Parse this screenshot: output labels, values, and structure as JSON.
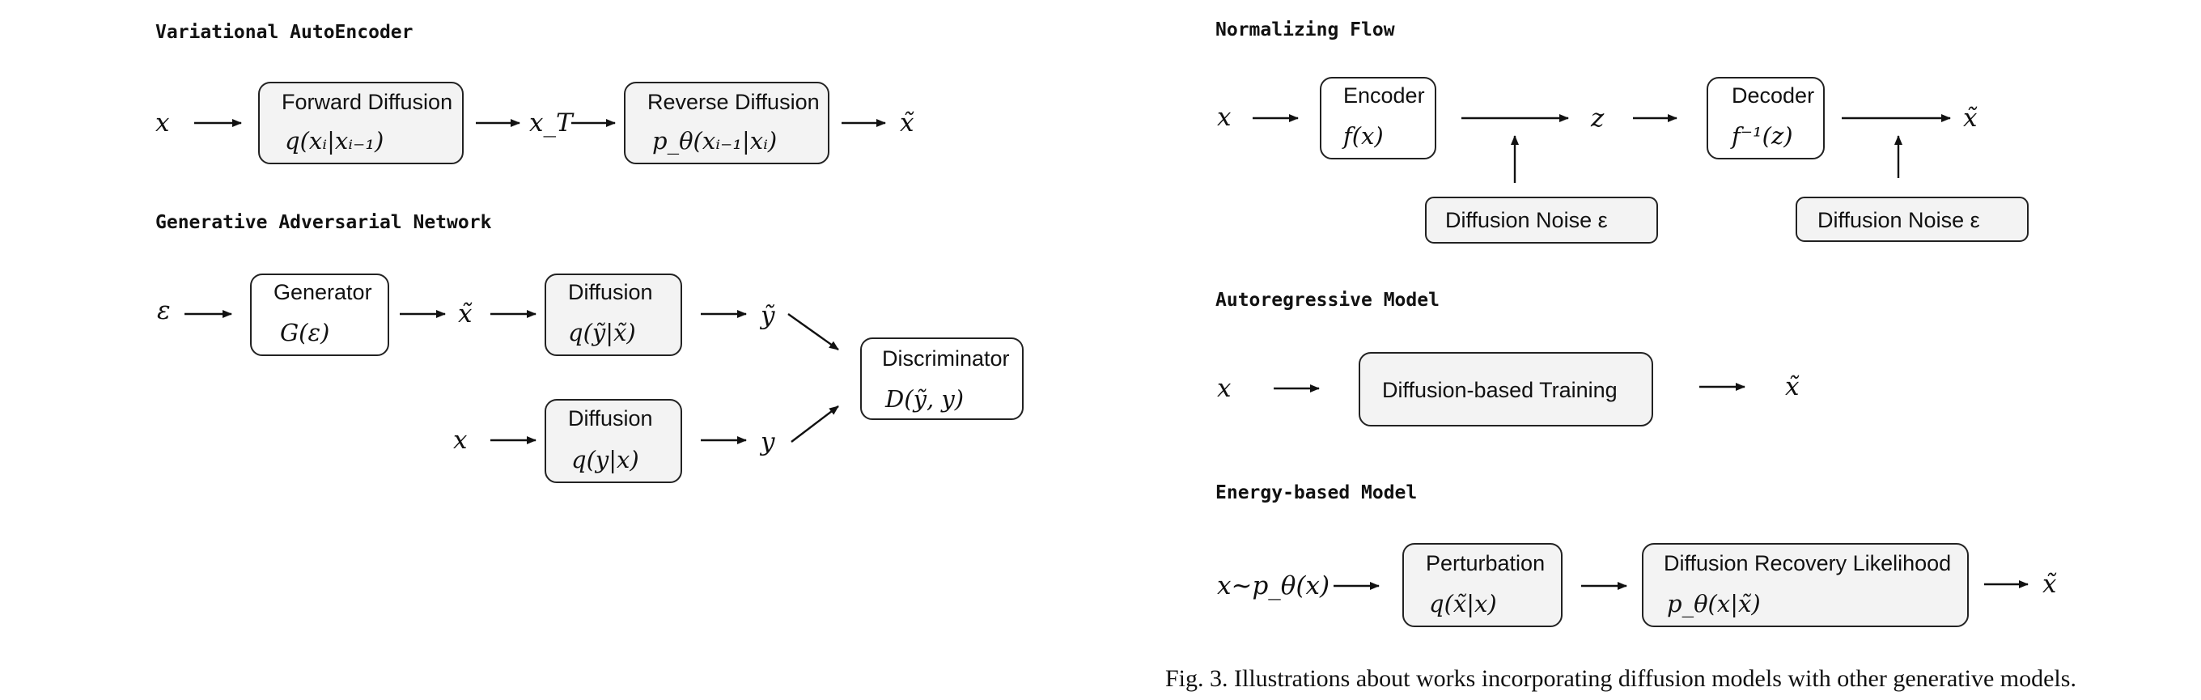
{
  "vae": {
    "title": "Variational AutoEncoder",
    "input": "x",
    "forward_label": "Forward Diffusion",
    "forward_math": "q(xᵢ|xᵢ₋₁)",
    "mid": "x_T",
    "reverse_label": "Reverse Diffusion",
    "reverse_math": "p_θ(xᵢ₋₁|xᵢ)",
    "output": "x̃"
  },
  "gan": {
    "title": "Generative Adversarial Network",
    "noise": "ε",
    "generator_label": "Generator",
    "generator_math": "G(ε)",
    "fake": "x̃",
    "diffusion_top_label": "Diffusion",
    "diffusion_top_math": "q(ỹ|x̃)",
    "fake_out": "ỹ",
    "real_in": "x",
    "diffusion_bottom_label": "Diffusion",
    "diffusion_bottom_math": "q(y|x)",
    "real_out": "y",
    "discriminator_label": "Discriminator",
    "discriminator_math": "D(ỹ, y)"
  },
  "nf": {
    "title": "Normalizing Flow",
    "input": "x",
    "encoder_label": "Encoder",
    "encoder_math": "f(x)",
    "latent": "z",
    "decoder_label": "Decoder",
    "decoder_math": "f⁻¹(z)",
    "output": "x̃",
    "noise_left": "Diffusion Noise  ε",
    "noise_right": "Diffusion Noise  ε"
  },
  "ar": {
    "title": "Autoregressive Model",
    "input": "x",
    "box_label": "Diffusion-based Training",
    "output": "x̃"
  },
  "ebm": {
    "title": "Energy-based Model",
    "input": "x~p_θ(x)",
    "perturb_label": "Perturbation",
    "perturb_math": "q(x̃|x)",
    "recovery_label": "Diffusion Recovery Likelihood",
    "recovery_math": "p_θ(x|x̃)",
    "output": "x̃"
  },
  "caption": "Fig. 3.  Illustrations about works incorporating diffusion models with other generative models."
}
